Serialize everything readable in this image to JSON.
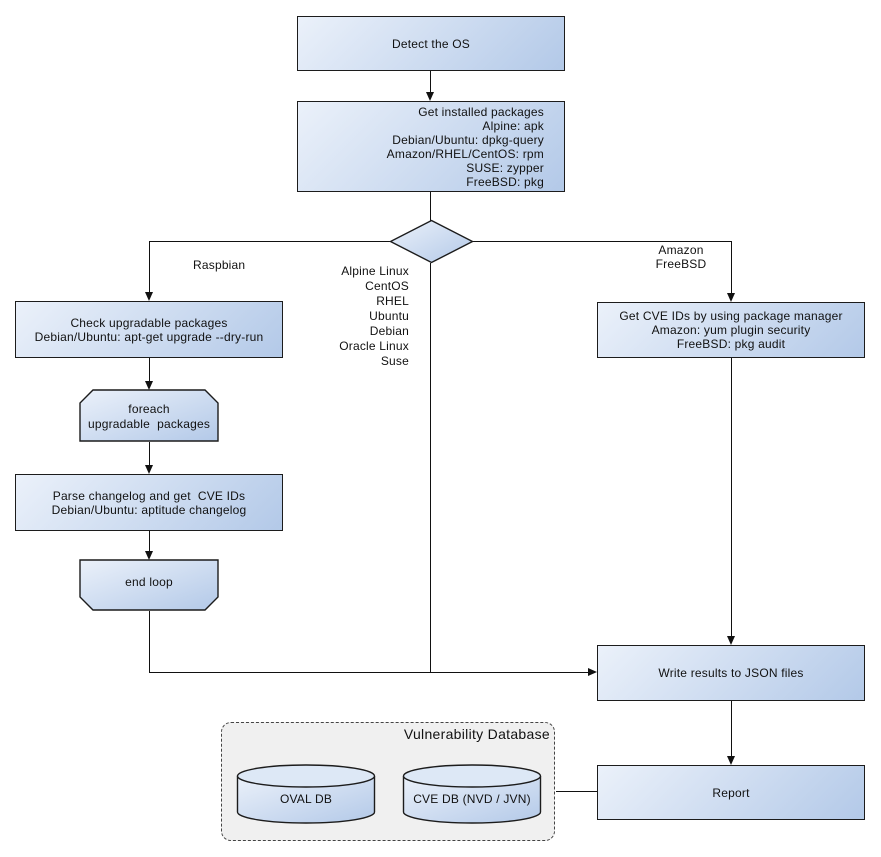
{
  "theme": {
    "node-fill-start": "#ebf1fa",
    "node-fill-end": "#b3c9e8",
    "node-border": "#1c1c1c",
    "line-color": "#111111",
    "text-color": "#111111",
    "panel-fill": "#f0f0f0",
    "panel-border": "#444444"
  },
  "nodes": {
    "detect_os": {
      "label": "Detect the OS"
    },
    "get_installed_packages": {
      "lines": [
        "Get installed packages",
        "Alpine: apk",
        "Debian/Ubuntu: dpkg-query",
        "Amazon/RHEL/CentOS: rpm",
        "SUSE: zypper",
        "FreeBSD: pkg"
      ]
    },
    "check_upgradable": {
      "lines": [
        "Check upgradable packages",
        "Debian/Ubuntu: apt-get upgrade --dry-run"
      ]
    },
    "foreach_loop": {
      "lines": [
        "foreach",
        "upgradable  packages"
      ]
    },
    "parse_changelog": {
      "lines": [
        "Parse changelog and get  CVE IDs",
        "Debian/Ubuntu: aptitude changelog"
      ]
    },
    "end_loop": {
      "label": "end loop"
    },
    "get_cve_ids": {
      "lines": [
        "Get CVE IDs by using package manager",
        "Amazon: yum plugin security",
        "FreeBSD: pkg audit"
      ]
    },
    "write_results": {
      "label": "Write results to JSON files"
    },
    "report": {
      "label": "Report"
    },
    "oval_db": {
      "label": "OVAL DB"
    },
    "cve_db": {
      "label": "CVE DB (NVD / JVN)"
    }
  },
  "labels": {
    "raspbian": "Raspbian",
    "middle_os_list": [
      "Alpine Linux",
      "CentOS",
      "RHEL",
      "Ubuntu",
      "Debian",
      "Oracle Linux",
      "Suse"
    ],
    "right_branch": [
      "Amazon",
      "FreeBSD"
    ],
    "vuln_db_title": "Vulnerability Database"
  }
}
